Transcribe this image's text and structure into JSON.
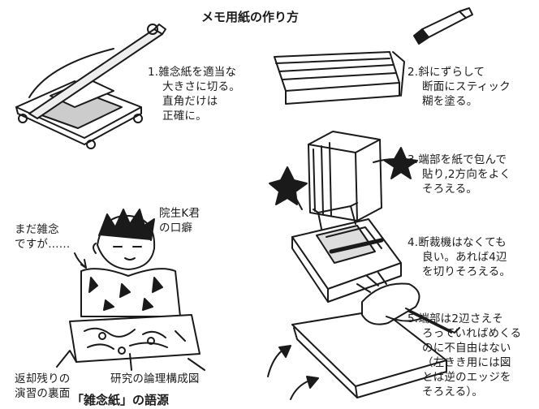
{
  "title": "メモ用紙の作り方",
  "steps": [
    {
      "num": "1.",
      "lines": [
        "雑念紙を適当な",
        "大きさに切る。",
        "直角だけは",
        "正確に。"
      ]
    },
    {
      "num": "2.",
      "lines": [
        "斜にずらして",
        "断面にスティック",
        "糊を塗る。"
      ]
    },
    {
      "num": "3.",
      "lines": [
        "端部を紙で包んで",
        "貼り,2方向をよく",
        "そろえる。"
      ]
    },
    {
      "num": "4.",
      "lines": [
        "断裁機はなくても",
        "良い。あれば4辺",
        "を切りそろえる。"
      ]
    },
    {
      "num": "5.",
      "lines": [
        "端部は2辺さえそ",
        "ろっていればめくる",
        "のに不自由はない",
        "（左きき用には図",
        "とは逆のエッジを",
        "そろえる）。"
      ]
    }
  ],
  "speech": [
    "まだ雑念",
    "ですが……"
  ],
  "student": [
    "院生K君",
    "の口癖"
  ],
  "caption_left": [
    "返却残りの",
    "演習の裏面"
  ],
  "caption_right": "研究の論理構成図",
  "bottom_title": "「雑念紙」の語源"
}
